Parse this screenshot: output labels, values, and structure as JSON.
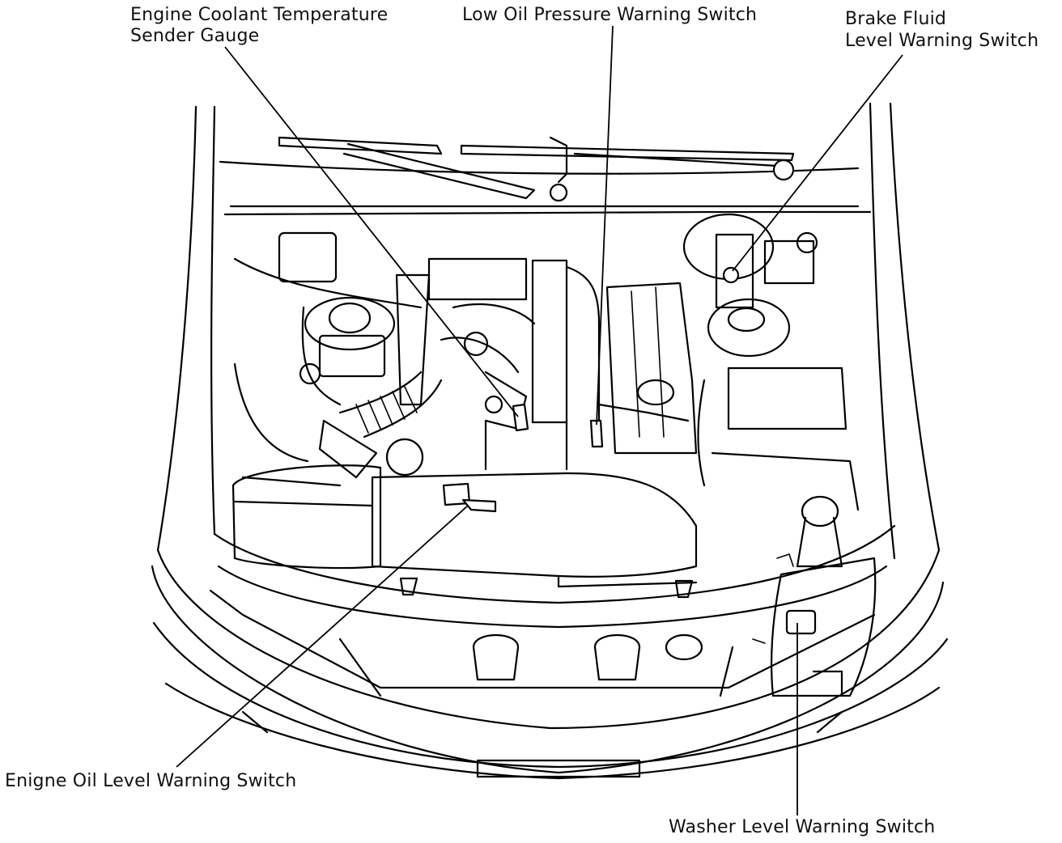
{
  "labels": {
    "coolant_line1": "Engine Coolant Temperature",
    "coolant_line2": "Sender Gauge",
    "low_oil": "Low Oil Pressure Warning Switch",
    "brake_line1": "Brake Fluid",
    "brake_line2": "Level Warning Switch",
    "oil_level": "Enigne Oil Level Warning Switch",
    "washer": "Washer Level Warning Switch"
  },
  "colors": {
    "ink": "#000000",
    "paper": "#ffffff"
  }
}
